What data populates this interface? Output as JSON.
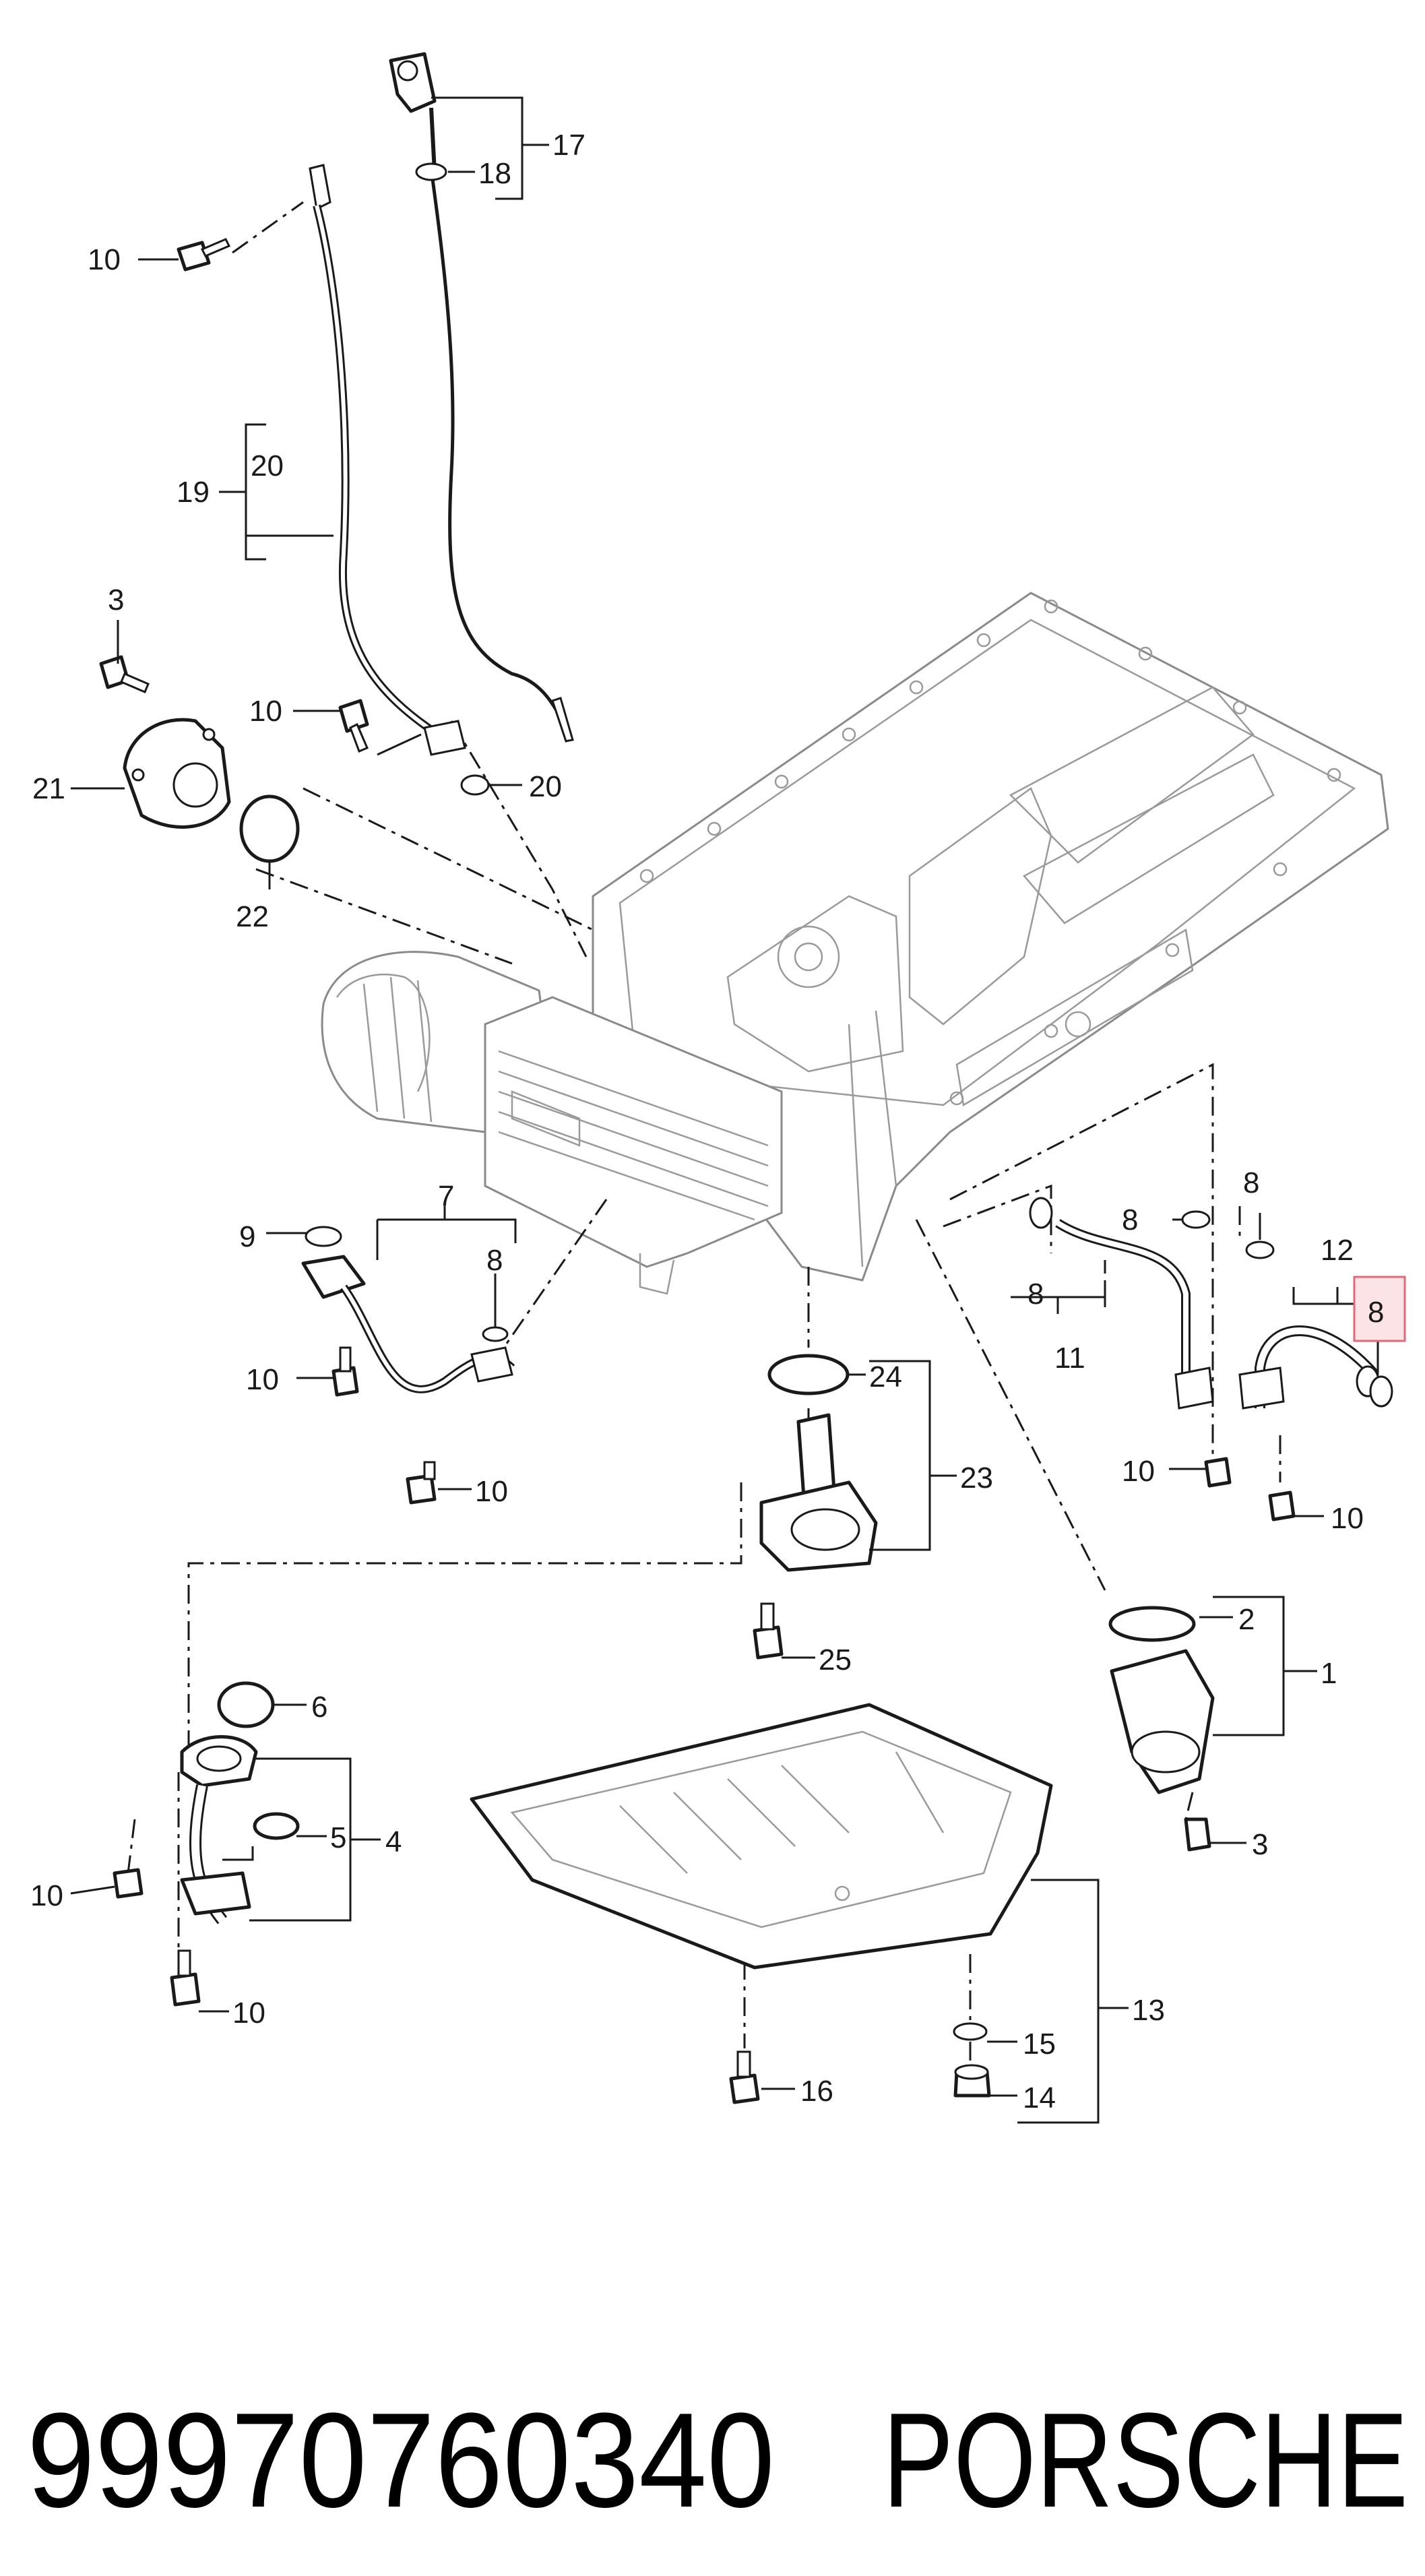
{
  "callouts": {
    "c17": "17",
    "c18": "18",
    "c10a": "10",
    "c19": "19",
    "c20a": "20",
    "c3a": "3",
    "c10b": "10",
    "c21": "21",
    "c20b": "20",
    "c22": "22",
    "c7": "7",
    "c9": "9",
    "c8a": "8",
    "c10c": "10",
    "c10d": "10",
    "c8b": "8",
    "c8c": "8",
    "c8d": "8",
    "c11": "11",
    "c12": "12",
    "c8e": "8",
    "c10e": "10",
    "c10f": "10",
    "c24": "24",
    "c23": "23",
    "c25": "25",
    "c2": "2",
    "c1": "1",
    "c6": "6",
    "c5": "5",
    "c4": "4",
    "c3b": "3",
    "c10g": "10",
    "c10h": "10",
    "c13": "13",
    "c15": "15",
    "c16": "16",
    "c14": "14"
  },
  "highlighted_callout": "8",
  "highlight_color": "#e06a7a",
  "footer": {
    "part_number": "99970760340",
    "brand": "PORSCHE"
  }
}
